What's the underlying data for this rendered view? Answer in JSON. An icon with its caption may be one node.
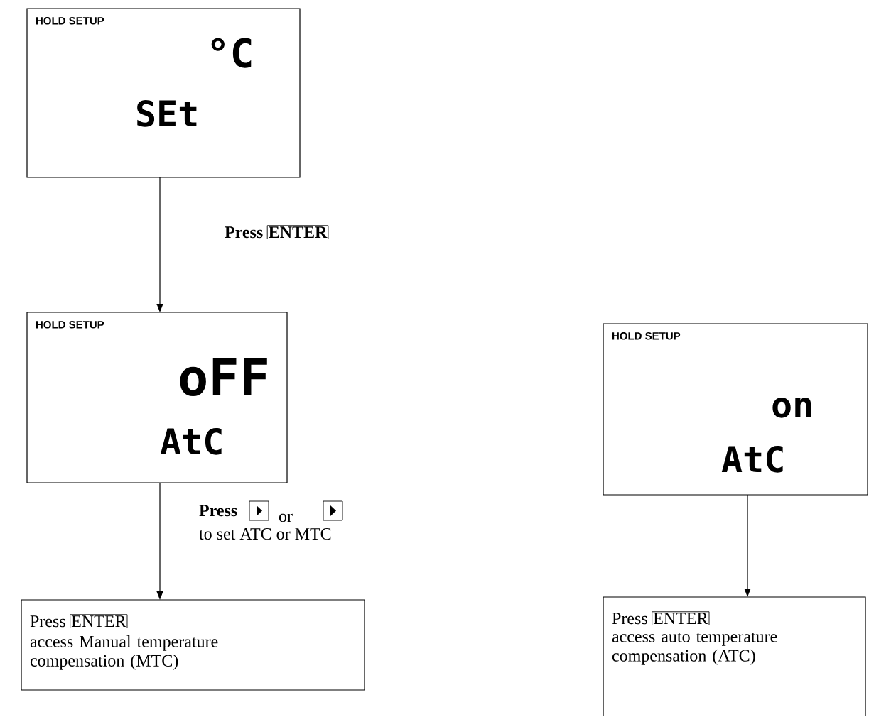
{
  "diagram": {
    "nodes": [
      {
        "text": [
          "HOLD SETUP",
          "°C",
          "SEt"
        ]
      },
      {
        "text": [
          "HOLD SETUP",
          "oFF",
          "AtC"
        ]
      },
      {
        "text": [
          "Press",
          "ENTER",
          "access Manual temperature compensation (MTC)"
        ]
      },
      {
        "text": [
          "HOLD SETUP",
          "on",
          "AtC"
        ]
      },
      {
        "text": [
          "Press",
          "ENTER",
          "access auto temperature compensation (ATC)"
        ]
      }
    ],
    "edges": [
      {
        "from": 0,
        "to": 1,
        "arrow": "to"
      },
      {
        "from": 1,
        "to": 2,
        "arrow": "to"
      },
      {
        "from": 3,
        "to": 4,
        "arrow": "to"
      }
    ],
    "labels": [
      "Press",
      "ENTER",
      "Press",
      "or",
      "to set ATC or MTC"
    ]
  }
}
